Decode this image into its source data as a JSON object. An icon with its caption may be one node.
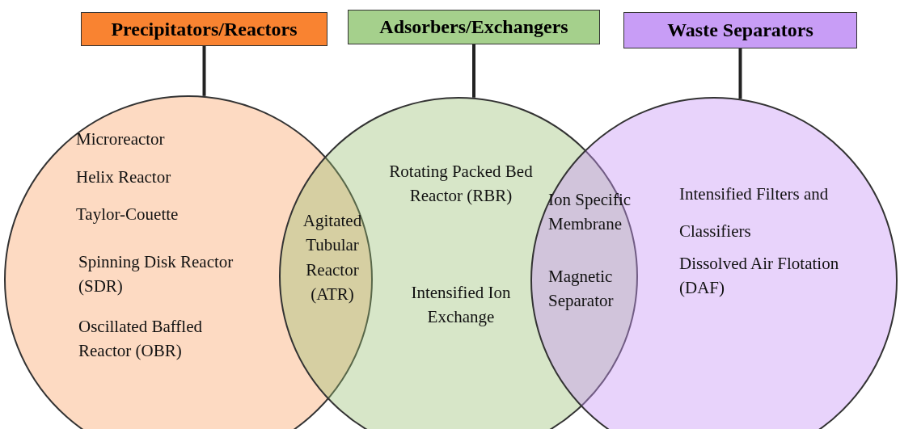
{
  "diagram": {
    "nodes": [
      {
        "text": [
          "Precipitators/Reactors"
        ]
      },
      {
        "text": [
          "Microreactor",
          "Helix Reactor",
          "Taylor-Couette",
          "Spinning Disk Reactor (SDR)",
          "Oscillated Baffled Reactor (OBR)"
        ]
      },
      {
        "text": [
          "Adsorbers/Exchangers"
        ]
      },
      {
        "text": [
          "Rotating Packed Bed Reactor (RBR)",
          "Intensified Ion Exchange"
        ]
      },
      {
        "text": [
          "Waste Separators"
        ]
      },
      {
        "text": [
          "Intensified Filters and Classifiers",
          "Dissolved Air Flotation (DAF)"
        ]
      }
    ],
    "edges": [
      {
        "from": 0,
        "to": 1,
        "arrow": "none"
      },
      {
        "from": 2,
        "to": 3,
        "arrow": "none"
      },
      {
        "from": 4,
        "to": 5,
        "arrow": "none"
      }
    ],
    "labels": [
      "Agitated Tubular Reactor (ATR)",
      "Ion Specific Membrane",
      "Magnetic Separator"
    ]
  }
}
